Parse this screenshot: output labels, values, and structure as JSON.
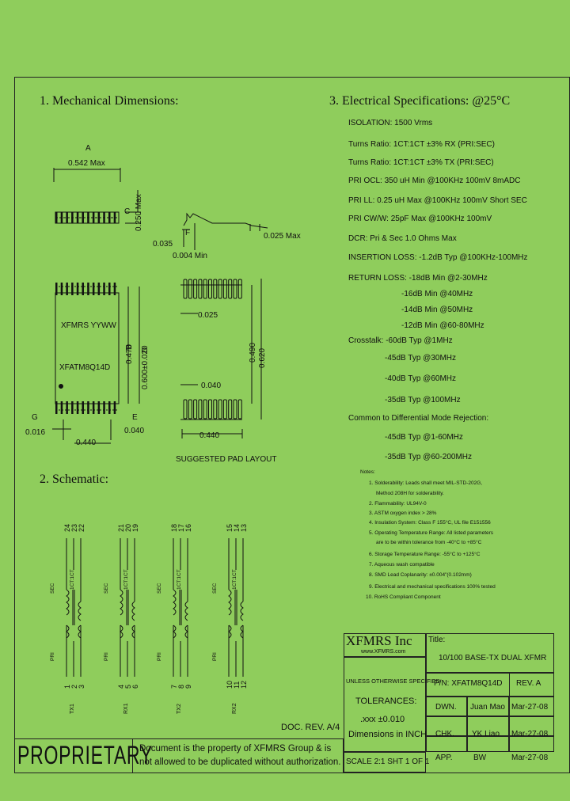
{
  "sections": {
    "mechanical": "1. Mechanical Dimensions:",
    "schematic": "2. Schematic:",
    "electrical": "3. Electrical  Specifications: @25°C"
  },
  "mech": {
    "A": "A",
    "a_dim": "0.542 Max",
    "c_dim": "0.250 Max",
    "C": "C",
    "F": "F",
    "dim_0035": "0.035",
    "dim_0004": "0.004 Min",
    "dim_0025a": "0.025 Max",
    "marking1": "XFMRS  YYWW",
    "marking2": "XFATM8Q14D",
    "B": "B",
    "D": "D",
    "b_dim": "0.470",
    "d_dim": "0.600±0.020",
    "G": "G",
    "dim_0016": "0.016",
    "E": "E",
    "dim_0040e": "0.040",
    "dim_0440a": "0.440",
    "dim_0025b": "0.025",
    "dim_0490": "0.490",
    "dim_0620": "0.620",
    "dim_0040": "0.040",
    "dim_0440b": "0.440",
    "pad_layout": "SUGGESTED PAD LAYOUT"
  },
  "elec": {
    "isolation": "ISOLATION: 1500 Vrms",
    "turns1": "Turns Ratio: 1CT:1CT ±3% RX (PRI:SEC)",
    "turns2": "Turns Ratio: 1CT:1CT ±3% TX (PRI:SEC)",
    "ocl": "PRI OCL: 350 uH Min @100KHz 100mV 8mADC",
    "ll": "PRI LL: 0.25 uH Max @100KHz 100mV Short SEC",
    "cww": "PRI CW/W: 25pF Max @100KHz 100mV",
    "dcr": "DCR: Pri & Sec 1.0 Ohms Max",
    "insertion": "INSERTION LOSS: -1.2dB Typ @100KHz-100MHz",
    "return1": "RETURN LOSS: -18dB Min @2-30MHz",
    "return2": "-16dB Min @40MHz",
    "return3": "-14dB Min @50MHz",
    "return4": "-12dB Min @60-80MHz",
    "cross1": "Crosstalk: -60dB Typ @1MHz",
    "cross2": "-45dB Typ @30MHz",
    "cross3": "-40dB Typ @60MHz",
    "cross4": "-35dB Typ @100MHz",
    "cmr1": "Common to Differential Mode Rejection:",
    "cmr2": "-45dB Typ @1-60MHz",
    "cmr3": "-35dB Typ @60-200MHz"
  },
  "notes": {
    "title": "Notes:",
    "n1a": "1. Solderability: Leads shall meet MIL-STD-202G,",
    "n1b": "Method 208H for solderability.",
    "n2": "2. Flammability: UL94V-0",
    "n3": "3. ASTM oxygen index > 28%",
    "n4": "4. Insulation System: Class F 155°C, UL file E151556",
    "n5a": "5. Operating Temperature Range: All listed parameters",
    "n5b": "are to be within tolerance from -40°C to +85°C",
    "n6": "6. Storage Temperature Range: -55°C to +125°C",
    "n7": "7. Aqueous wash compatible",
    "n8": "8. SMD Lead Coplanarity: ±0.004\"(0.102mm)",
    "n9": "9. Electrical and mechanical specifications 100% tested",
    "n10": "10. RoHS Compliant Component"
  },
  "schem": {
    "ch1": {
      "pins_top": [
        "24",
        "23",
        "22"
      ],
      "pins_bot": [
        "1",
        "2",
        "3"
      ],
      "side_top": "SEC",
      "side_bot": "PRI",
      "ratio": "1CT:1CT",
      "label": "TX1"
    },
    "ch2": {
      "pins_top": [
        "21",
        "20",
        "19"
      ],
      "pins_bot": [
        "4",
        "5",
        "6"
      ],
      "side_top": "SEC",
      "side_bot": "PRI",
      "ratio": "1CT:1CT",
      "label": "RX1"
    },
    "ch3": {
      "pins_top": [
        "18",
        "17",
        "16"
      ],
      "pins_bot": [
        "7",
        "8",
        "9"
      ],
      "side_top": "SEC",
      "side_bot": "PRI",
      "ratio": "1CT:1CT",
      "label": "TX2"
    },
    "ch4": {
      "pins_top": [
        "15",
        "14",
        "13"
      ],
      "pins_bot": [
        "10",
        "11",
        "12"
      ],
      "side_top": "SEC",
      "side_bot": "PRI",
      "ratio": "1CT:1CT",
      "label": "RX2"
    }
  },
  "titleblock": {
    "company": "XFMRS Inc",
    "website": "www.XFMRS.com",
    "title_label": "Title:",
    "title": "10/100 BASE-TX DUAL XFMR",
    "unless": "UNLESS OTHERWISE SPECIFIED",
    "tolerances": "TOLERANCES:",
    "tol_value": ".xxx ±0.010",
    "dims": "Dimensions in INCH",
    "pn": "P/N: XFATM8Q14D",
    "rev": "REV. A",
    "dwn_label": "DWN.",
    "dwn_name": "Juan Mao",
    "dwn_date": "Mar-27-08",
    "chk_label": "CHK.",
    "chk_name": "YK Liao",
    "chk_date": "Mar-27-08",
    "app_label": "APP.",
    "app_name": "BW",
    "app_date": "Mar-27-08",
    "scale": "SCALE 2:1  SHT 1 OF 1",
    "doc_rev": "DOC. REV. A/4",
    "proprietary": "PROPRIETARY",
    "notice1": "Document is the property of XFMRS Group & is",
    "notice2": "not allowed to be duplicated without authorization."
  }
}
